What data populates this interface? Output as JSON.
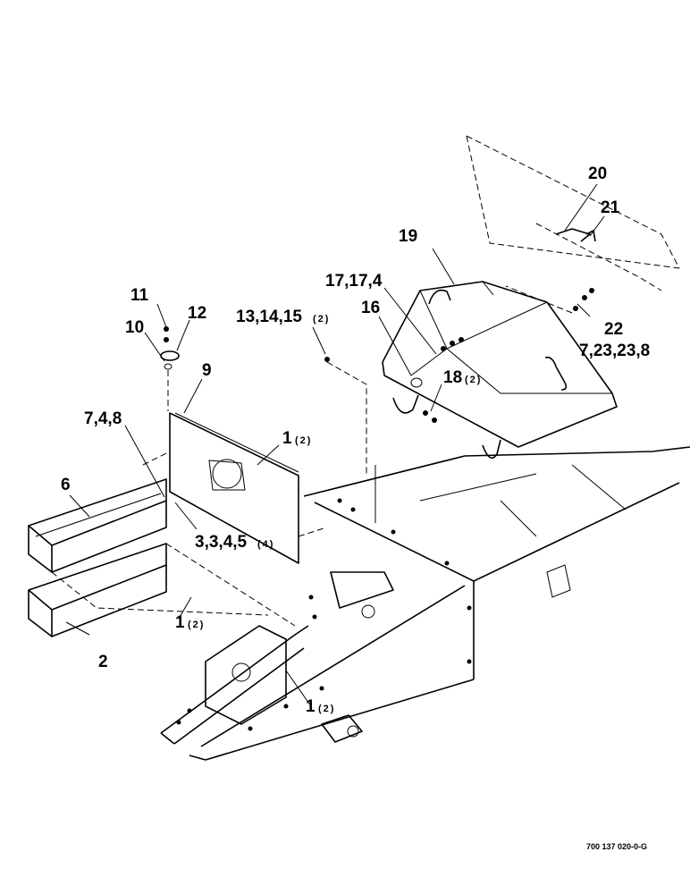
{
  "callouts": {
    "c1": "11",
    "c2": "12",
    "c3": "10",
    "c4": "9",
    "c5": "7,4,8",
    "c6": "6",
    "c7": "3,3,4,5",
    "c7q": "(4)",
    "c8": "2",
    "c9": "1",
    "c9q": "(2)",
    "c10": "1",
    "c10q": "(2)",
    "c11": "1",
    "c11q": "(2)",
    "c12": "13,14,15",
    "c12q": "(2)",
    "c13": "19",
    "c14": "17,17,4",
    "c15": "16",
    "c16": "18",
    "c16q": "(2)",
    "c17": "20",
    "c18": "21",
    "c19": "22",
    "c20": "7,23,23,8"
  },
  "drawing_number": "700 137 020-0-G"
}
